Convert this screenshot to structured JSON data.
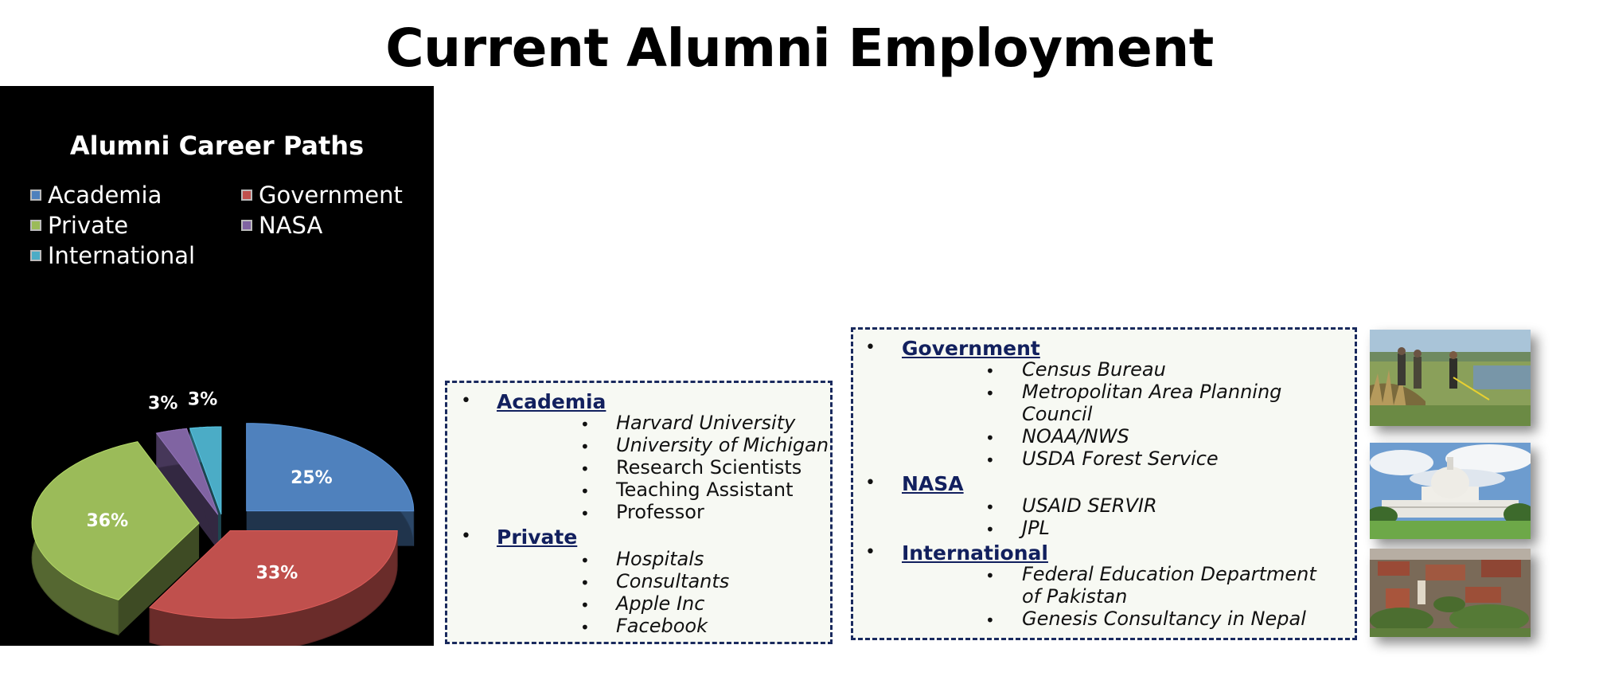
{
  "title": "Current Alumni Employment",
  "chart_data": {
    "type": "pie",
    "title": "Alumni Career Paths",
    "legend_position": "top",
    "categories": [
      "Academia",
      "Government",
      "Private",
      "NASA",
      "International"
    ],
    "values": [
      25,
      33,
      36,
      3,
      3
    ],
    "labels": [
      "25%",
      "33%",
      "36%",
      "3%",
      "3%"
    ],
    "colors": [
      "#4f81bd",
      "#c0504d",
      "#9bbb59",
      "#8064a2",
      "#4bacc6"
    ],
    "style": "3d-exploded"
  },
  "box_left": {
    "sections": [
      {
        "label": "Academia",
        "items": [
          "Harvard University",
          "University of Michigan",
          "Research Scientists",
          "Teaching Assistant",
          "Professor"
        ]
      },
      {
        "label": "Private",
        "items": [
          "Hospitals",
          "Consultants",
          "Apple Inc",
          "Facebook"
        ]
      }
    ]
  },
  "box_right": {
    "sections": [
      {
        "label": "Government",
        "items": [
          "Census Bureau",
          "Metropolitan Area Planning Council",
          "NOAA/NWS",
          "USDA Forest Service"
        ]
      },
      {
        "label": "NASA",
        "items": [
          "USAID SERVIR",
          "JPL"
        ]
      },
      {
        "label": "International",
        "items": [
          "Federal Education Department of Pakistan",
          "Genesis Consultancy in Nepal"
        ]
      }
    ]
  },
  "bullet": "•",
  "photos": [
    "field-research-photo",
    "capitol-building-photo",
    "campus-aerial-photo"
  ]
}
